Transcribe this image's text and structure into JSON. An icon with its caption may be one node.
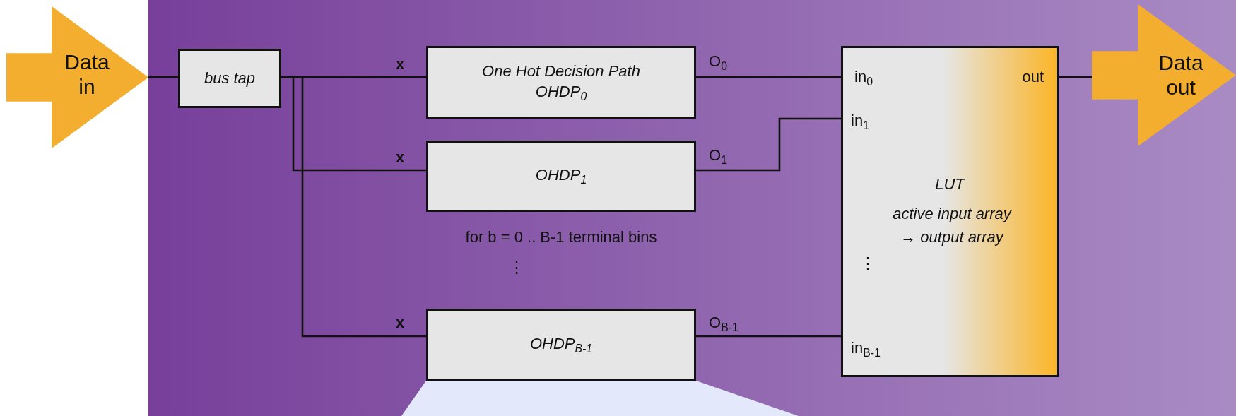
{
  "diagram": {
    "nodes": [
      {
        "text": [
          "Data in"
        ]
      },
      {
        "text": [
          "bus tap"
        ]
      },
      {
        "text": [
          "One Hot Decision Path",
          "OHDP$_{0}$"
        ]
      },
      {
        "text": [
          "OHDP$_{1}$"
        ]
      },
      {
        "text": [
          "OHDP$_{B-1}$"
        ]
      },
      {
        "text": [
          "in$_{0}$",
          "out",
          "in$_{1}$",
          "LUT",
          "active input array → output array",
          "⋮",
          "in$_{B-1}$"
        ]
      },
      {
        "text": [
          "Data out"
        ]
      },
      {
        "text": [],
        "shape": "trapezoid"
      }
    ],
    "edges": [
      {
        "from": 0,
        "to": 1,
        "arrow": "none"
      },
      {
        "from": 1,
        "to": 2,
        "arrow": "none",
        "label": "x"
      },
      {
        "from": 1,
        "to": 3,
        "arrow": "none",
        "label": "x"
      },
      {
        "from": 1,
        "to": 4,
        "arrow": "none",
        "label": "x"
      },
      {
        "from": 2,
        "to": 5,
        "arrow": "none",
        "label": "O$_{0}$"
      },
      {
        "from": 3,
        "to": 5,
        "arrow": "none",
        "label": "O$_{1}$"
      },
      {
        "from": 4,
        "to": 5,
        "arrow": "none",
        "label": "O$_{B-1}$"
      },
      {
        "from": 5,
        "to": 6,
        "arrow": "none"
      }
    ],
    "labels": [
      "for b = 0 .. B-1 terminal bins",
      "⋮"
    ]
  }
}
